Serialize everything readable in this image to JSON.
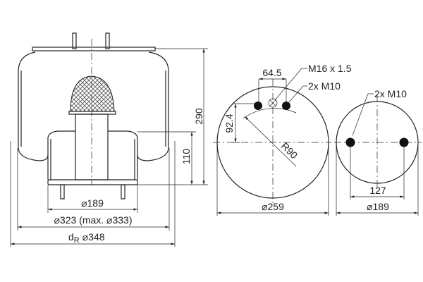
{
  "side_view": {
    "dim_height": "290",
    "dim_piston_height": "110",
    "dim_piston_dia": "⌀189",
    "dim_bellows_dia": "⌀323 (max. ⌀333)",
    "dim_rolling_prefix": "d",
    "dim_rolling_sub": "R",
    "dim_rolling_dia": "⌀348"
  },
  "top_plate_view": {
    "dim_bolt_spacing": "64.5",
    "dim_offset": "92.4",
    "dim_radius": "R90",
    "dim_dia": "⌀259",
    "label_air_inlet": "M16 x 1.5",
    "label_bolts": "2x M10"
  },
  "piston_view": {
    "label_bolts": "2x M10",
    "dim_bolt_spacing": "127",
    "dim_dia": "⌀189"
  }
}
